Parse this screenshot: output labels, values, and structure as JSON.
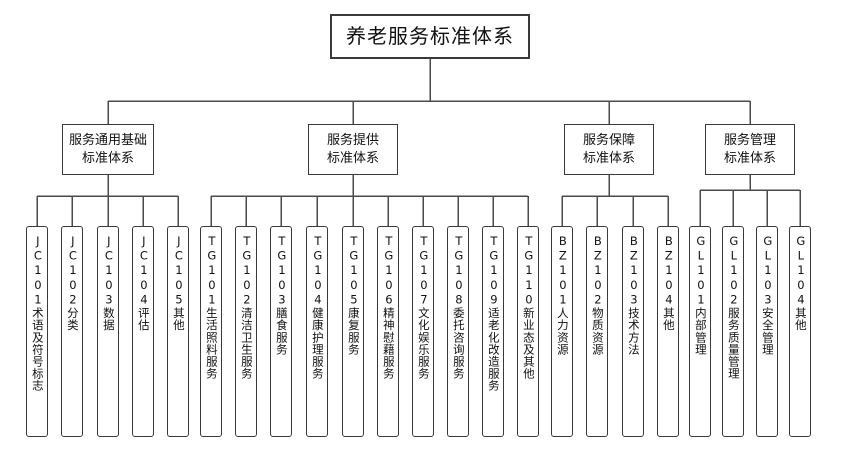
{
  "diagram": {
    "title": "养老服务标准体系",
    "type": "organizational-hierarchy",
    "root": {
      "id": "root",
      "label": "养老服务标准体系"
    },
    "branches": [
      {
        "id": "jc",
        "label": "服务通用基础\n标准体系",
        "line1": "服务通用基础",
        "line2": "标准体系",
        "prefix": "JC",
        "leaves": [
          {
            "code": "JC101",
            "name": "术语及符号标志",
            "text": "JC101术语及符号标志"
          },
          {
            "code": "JC102",
            "name": "分类",
            "text": "JC102分类"
          },
          {
            "code": "JC103",
            "name": "数据",
            "text": "JC103数据"
          },
          {
            "code": "JC104",
            "name": "评估",
            "text": "JC104评估"
          },
          {
            "code": "JC105",
            "name": "其他",
            "text": "JC105其他"
          }
        ]
      },
      {
        "id": "tg",
        "label": "服务提供\n标准体系",
        "line1": "服务提供",
        "line2": "标准体系",
        "prefix": "TG",
        "leaves": [
          {
            "code": "TG101",
            "name": "生活照料服务",
            "text": "TG101生活照料服务"
          },
          {
            "code": "TG102",
            "name": "清洁卫生服务",
            "text": "TG102清洁卫生服务"
          },
          {
            "code": "TG103",
            "name": "膳食服务",
            "text": "TG103膳食服务"
          },
          {
            "code": "TG104",
            "name": "健康护理服务",
            "text": "TG104健康护理服务"
          },
          {
            "code": "TG105",
            "name": "康复服务",
            "text": "TG105康复服务"
          },
          {
            "code": "TG106",
            "name": "精神慰藉服务",
            "text": "TG106精神慰藉服务"
          },
          {
            "code": "TG107",
            "name": "文化娱乐服务",
            "text": "TG107文化娱乐服务"
          },
          {
            "code": "TG108",
            "name": "委托咨询服务",
            "text": "TG108委托咨询服务"
          },
          {
            "code": "TG109",
            "name": "适老化改造服务",
            "text": "TG109适老化改造服务"
          },
          {
            "code": "TG110",
            "name": "新业态及其他",
            "text": "TG110新业态及其他"
          }
        ]
      },
      {
        "id": "bz",
        "label": "服务保障\n标准体系",
        "line1": "服务保障",
        "line2": "标准体系",
        "prefix": "BZ",
        "leaves": [
          {
            "code": "BZ101",
            "name": "人力资源",
            "text": "BZ101人力资源"
          },
          {
            "code": "BZ102",
            "name": "物质资源",
            "text": "BZ102物质资源"
          },
          {
            "code": "BZ103",
            "name": "技术方法",
            "text": "BZ103技术方法"
          },
          {
            "code": "BZ104",
            "name": "其他",
            "text": "BZ104其他"
          }
        ]
      },
      {
        "id": "gl",
        "label": "服务管理\n标准体系",
        "line1": "服务管理",
        "line2": "标准体系",
        "prefix": "GL",
        "leaves": [
          {
            "code": "GL101",
            "name": "内部管理",
            "text": "GL101内部管理"
          },
          {
            "code": "GL102",
            "name": "服务质量管理",
            "text": "GL102服务质量管理"
          },
          {
            "code": "GL103",
            "name": "安全管理",
            "text": "GL103安全管理"
          },
          {
            "code": "GL104",
            "name": "其他",
            "text": "GL104其他"
          }
        ]
      }
    ],
    "colors": {
      "border": "#3a3a3a",
      "text": "#111111",
      "background": "#ffffff",
      "connector": "#4a4a4a"
    }
  }
}
